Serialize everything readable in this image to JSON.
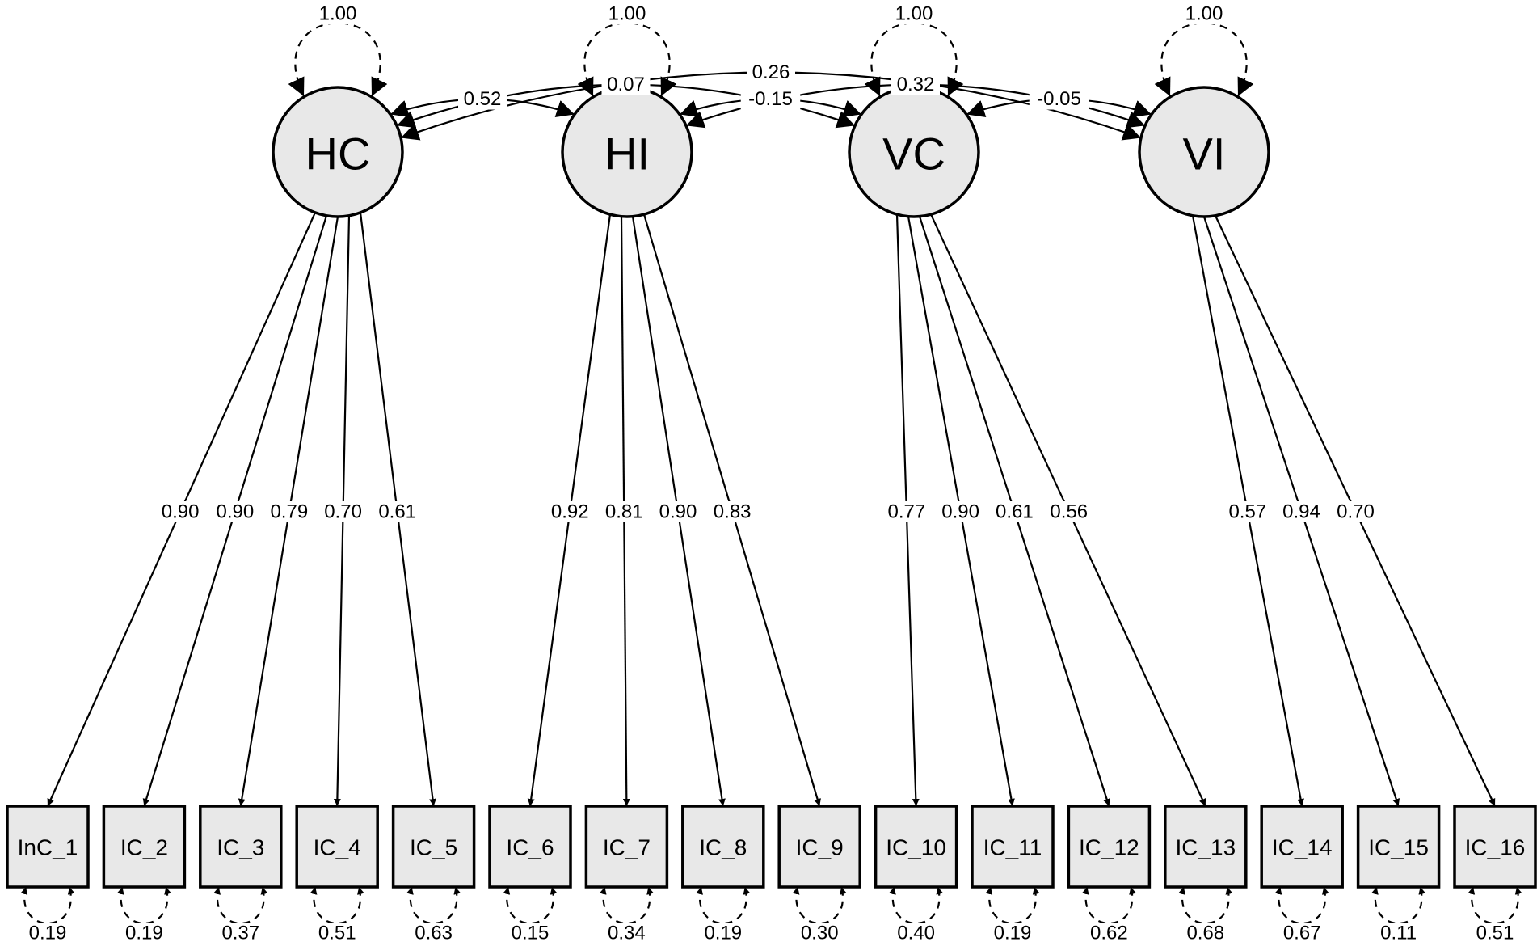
{
  "latents": [
    "HC",
    "HI",
    "VC",
    "VI"
  ],
  "latent_variances": [
    "1.00",
    "1.00",
    "1.00",
    "1.00"
  ],
  "observed": [
    "InC_1",
    "IC_2",
    "IC_3",
    "IC_4",
    "IC_5",
    "IC_6",
    "IC_7",
    "IC_8",
    "IC_9",
    "IC_10",
    "IC_11",
    "IC_12",
    "IC_13",
    "IC_14",
    "IC_15",
    "IC_16"
  ],
  "loadings": [
    {
      "from": "HC",
      "to": "InC_1",
      "label": "0.90"
    },
    {
      "from": "HC",
      "to": "IC_2",
      "label": "0.90"
    },
    {
      "from": "HC",
      "to": "IC_3",
      "label": "0.79"
    },
    {
      "from": "HC",
      "to": "IC_4",
      "label": "0.70"
    },
    {
      "from": "HC",
      "to": "IC_5",
      "label": "0.61"
    },
    {
      "from": "HI",
      "to": "IC_6",
      "label": "0.92"
    },
    {
      "from": "HI",
      "to": "IC_7",
      "label": "0.81"
    },
    {
      "from": "HI",
      "to": "IC_8",
      "label": "0.90"
    },
    {
      "from": "HI",
      "to": "IC_9",
      "label": "0.83"
    },
    {
      "from": "VC",
      "to": "IC_10",
      "label": "0.77"
    },
    {
      "from": "VC",
      "to": "IC_11",
      "label": "0.90"
    },
    {
      "from": "VC",
      "to": "IC_12",
      "label": "0.61"
    },
    {
      "from": "VC",
      "to": "IC_13",
      "label": "0.56"
    },
    {
      "from": "VI",
      "to": "IC_14",
      "label": "0.57"
    },
    {
      "from": "VI",
      "to": "IC_15",
      "label": "0.94"
    },
    {
      "from": "VI",
      "to": "IC_16",
      "label": "0.70"
    }
  ],
  "covariances": [
    {
      "a": "HC",
      "b": "HI",
      "label": "0.52"
    },
    {
      "a": "HI",
      "b": "VC",
      "label": "-0.15"
    },
    {
      "a": "VC",
      "b": "VI",
      "label": "-0.05"
    },
    {
      "a": "HC",
      "b": "VC",
      "label": "0.07"
    },
    {
      "a": "HI",
      "b": "VI",
      "label": "0.32"
    },
    {
      "a": "HC",
      "b": "VI",
      "label": "0.26"
    }
  ],
  "residuals": [
    "0.19",
    "0.19",
    "0.37",
    "0.51",
    "0.63",
    "0.15",
    "0.34",
    "0.19",
    "0.30",
    "0.40",
    "0.19",
    "0.62",
    "0.68",
    "0.67",
    "0.11",
    "0.51"
  ],
  "colors": {
    "node_fill": "#e8e8e8",
    "stroke": "#000000",
    "background": "#ffffff"
  }
}
